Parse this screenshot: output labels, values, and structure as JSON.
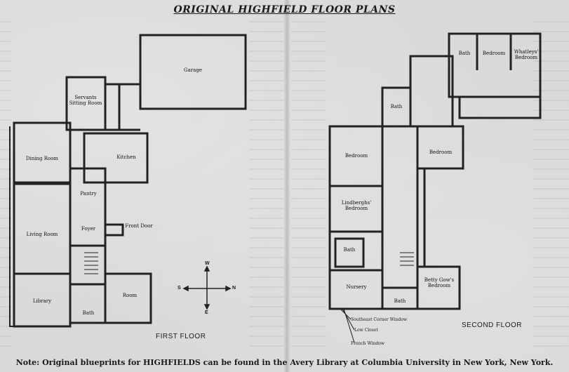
{
  "title": "ORIGINAL HIGHFIELD FLOOR PLANS",
  "first_floor": {
    "label": "FIRST FLOOR",
    "rooms": {
      "garage": "Garage",
      "servants": "Servants Sitting Room",
      "dining": "Dining Room",
      "kitchen": "Kitchen",
      "pantry": "Pantry",
      "foyer": "Foyer",
      "front_door": "Front Door",
      "living": "Living Room",
      "library": "Library",
      "bath": "Bath",
      "room": "Room"
    },
    "compass": {
      "n": "N",
      "s": "S",
      "w": "W",
      "e": "E"
    }
  },
  "second_floor": {
    "label": "SECOND FLOOR",
    "rooms": {
      "bath_top": "Bath",
      "bedroom_top": "Bedroom",
      "whatleys": "Whatleys' Bedroom",
      "bath_mid": "Bath",
      "bedroom_left": "Bedroom",
      "bedroom_right": "Bedroom",
      "lindberghs": "Lindberghs' Bedroom",
      "bath_lower": "Bath",
      "nursery": "Nursery",
      "bath_bottom": "Bath",
      "betty_gow": "Betty Gow's Bedroom"
    },
    "callouts": {
      "southeast": "Southeast Corner Window",
      "low_closet": "Low Closet",
      "french_window": "French Window"
    }
  },
  "note": "Note: Original blueprints for HIGHFIELDS can be found in the Avery Library at Columbia University in New York, New York."
}
